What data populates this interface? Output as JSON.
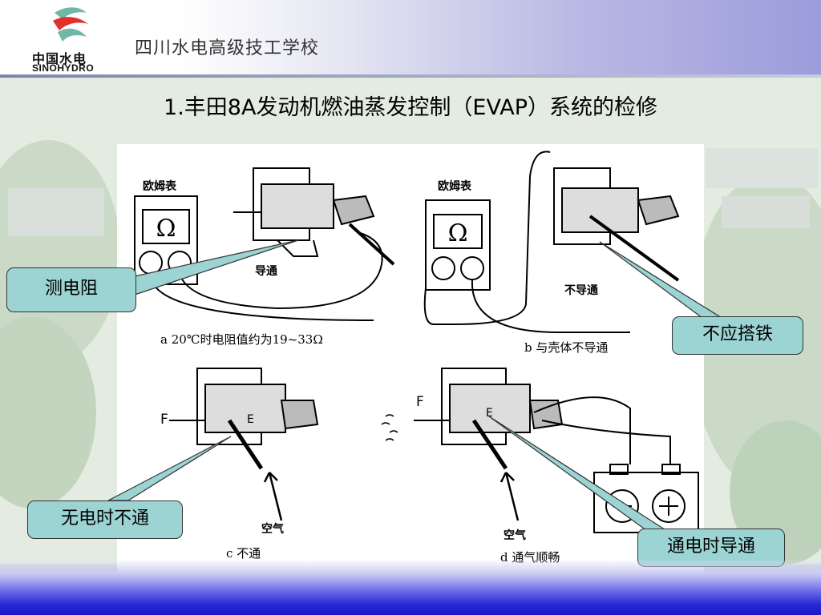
{
  "header": {
    "logo_cn": "中国水电",
    "logo_en": "SINOHYDRO",
    "school_name": "四川水电高级技工学校"
  },
  "slide": {
    "title": "1.丰田8A发动机燃油蒸发控制（EVAP）系统的检修"
  },
  "figure": {
    "panel_a": {
      "meter_label": "欧姆表",
      "meter_symbol": "Ω",
      "state_label": "导通",
      "caption": "a  20℃时电阻值约为19~33Ω"
    },
    "panel_b": {
      "meter_label": "欧姆表",
      "meter_symbol": "Ω",
      "state_label": "不导通",
      "caption": "b 与壳体不导通"
    },
    "panel_c": {
      "port_f": "F",
      "port_e": "E",
      "air_label": "空气",
      "caption": "c 不通"
    },
    "panel_d": {
      "port_f": "F",
      "port_e": "E",
      "air_label": "空气",
      "caption": "d 通气顺畅"
    }
  },
  "callouts": {
    "measure_resistance": "测电阻",
    "no_ground": "不应搭铁",
    "no_power_blocked": "无电时不通",
    "power_conducts": "通电时导通"
  }
}
